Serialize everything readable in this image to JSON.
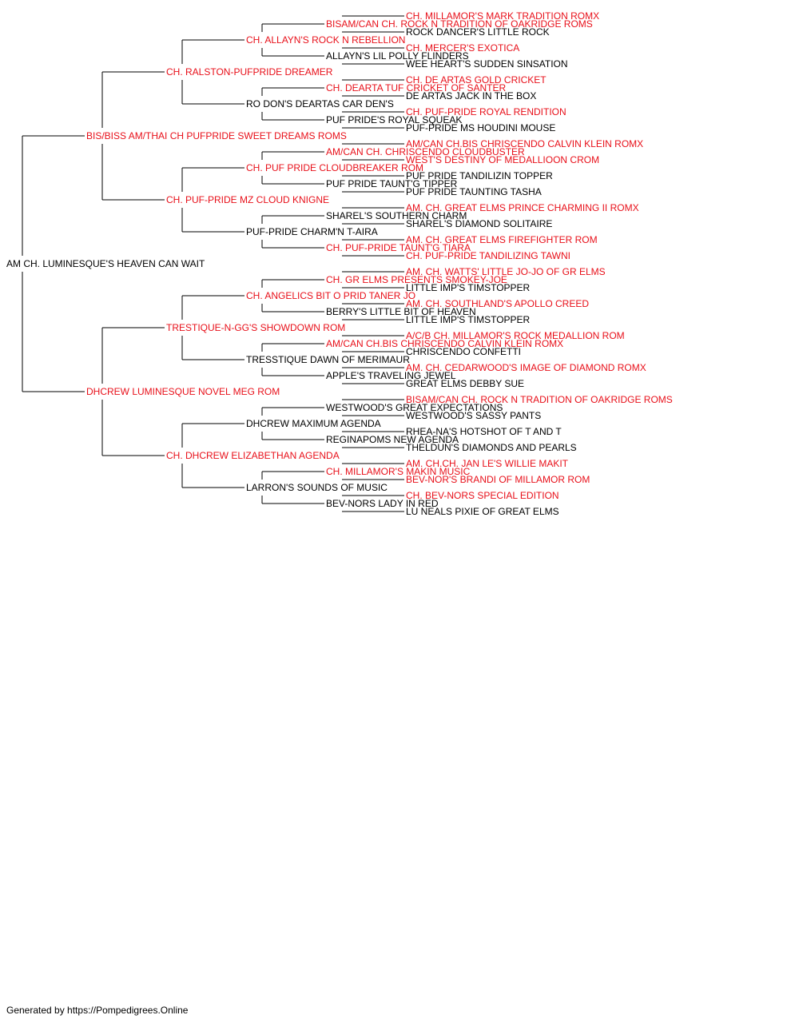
{
  "colors": {
    "titled": "#e8101a",
    "plain": "#000000",
    "lines": "#000000"
  },
  "pedigree": {
    "name": "AM CH. LUMINESQUE'S HEAVEN CAN WAIT",
    "titled": false,
    "sire": {
      "name": "BIS/BISS AM/THAI CH PUFPRIDE SWEET DREAMS ROMS",
      "titled": true,
      "sire": {
        "name": "CH. RALSTON-PUFPRIDE DREAMER",
        "titled": true,
        "sire": {
          "name": "CH. ALLAYN'S ROCK N REBELLION",
          "titled": true,
          "sire": {
            "name": "BISAM/CAN CH. ROCK N TRADITION OF OAKRIDGE ROMS",
            "titled": true,
            "sire": {
              "name": "CH. MILLAMOR'S MARK TRADITION ROMX",
              "titled": true
            },
            "dam": {
              "name": "ROCK DANCER'S LITTLE ROCK",
              "titled": false
            }
          },
          "dam": {
            "name": "ALLAYN'S LIL POLLY FLINDERS",
            "titled": false,
            "sire": {
              "name": "CH. MERCER'S EXOTICA",
              "titled": true
            },
            "dam": {
              "name": "WEE HEART'S SUDDEN SINSATION",
              "titled": false
            }
          }
        },
        "dam": {
          "name": "RO DON'S DEARTAS CAR DEN'S",
          "titled": false,
          "sire": {
            "name": "CH. DEARTA TUF CRICKET OF SANTER",
            "titled": true,
            "sire": {
              "name": "CH. DE ARTAS GOLD CRICKET",
              "titled": true
            },
            "dam": {
              "name": "DE ARTAS JACK IN THE BOX",
              "titled": false
            }
          },
          "dam": {
            "name": "PUF PRIDE'S ROYAL SQUEAK",
            "titled": false,
            "sire": {
              "name": "CH. PUF-PRIDE ROYAL RENDITION",
              "titled": true
            },
            "dam": {
              "name": "PUF-PRIDE MS HOUDINI MOUSE",
              "titled": false
            }
          }
        }
      },
      "dam": {
        "name": "CH. PUF-PRIDE MZ CLOUD KNIGNE",
        "titled": true,
        "sire": {
          "name": "CH. PUF PRIDE CLOUDBREAKER ROM",
          "titled": true,
          "sire": {
            "name": "AM/CAN CH. CHRISCENDO CLOUDBUSTER",
            "titled": true,
            "sire": {
              "name": "AM/CAN CH.BIS CHRISCENDO CALVIN KLEIN ROMX",
              "titled": true
            },
            "dam": {
              "name": "WEST'S DESTINY OF MEDALLIOON CROM",
              "titled": true
            }
          },
          "dam": {
            "name": "PUF PRIDE TAUNT'G TIPPER",
            "titled": false,
            "sire": {
              "name": "PUF PRIDE TANDILIZIN TOPPER",
              "titled": false
            },
            "dam": {
              "name": "PUF PRIDE TAUNTING TASHA",
              "titled": false
            }
          }
        },
        "dam": {
          "name": "PUF-PRIDE CHARM'N T-AIRA",
          "titled": false,
          "sire": {
            "name": "SHAREL'S SOUTHERN CHARM",
            "titled": false,
            "sire": {
              "name": "AM. CH. GREAT ELMS PRINCE CHARMING II ROMX",
              "titled": true
            },
            "dam": {
              "name": "SHAREL'S DIAMOND SOLITAIRE",
              "titled": false
            }
          },
          "dam": {
            "name": "CH. PUF-PRIDE TAUNT'G TIARA",
            "titled": true,
            "sire": {
              "name": "AM. CH. GREAT ELMS FIREFIGHTER ROM",
              "titled": true
            },
            "dam": {
              "name": "CH. PUF-PRIDE TANDILIZING TAWNI",
              "titled": true
            }
          }
        }
      }
    },
    "dam": {
      "name": "DHCREW LUMINESQUE NOVEL MEG ROM",
      "titled": true,
      "sire": {
        "name": "TRESTIQUE-N-GG'S SHOWDOWN ROM",
        "titled": true,
        "sire": {
          "name": "CH. ANGELICS BIT O PRID TANER JO",
          "titled": true,
          "sire": {
            "name": "CH. GR ELMS PRESENTS SMOKEY-JOE",
            "titled": true,
            "sire": {
              "name": "AM. CH. WATTS' LITTLE JO-JO OF GR ELMS",
              "titled": true
            },
            "dam": {
              "name": "LITTLE IMP'S TIMSTOPPER",
              "titled": false
            }
          },
          "dam": {
            "name": "BERRY'S LITTLE BIT OF HEAVEN",
            "titled": false,
            "sire": {
              "name": "AM. CH. SOUTHLAND'S APOLLO CREED",
              "titled": true
            },
            "dam": {
              "name": "LITTLE IMP'S TIMSTOPPER",
              "titled": false
            }
          }
        },
        "dam": {
          "name": "TRESSTIQUE DAWN OF MERIMAUR",
          "titled": false,
          "sire": {
            "name": "AM/CAN CH.BIS CHRISCENDO CALVIN KLEIN ROMX",
            "titled": true,
            "sire": {
              "name": "A/C/B CH. MILLAMOR'S ROCK MEDALLION ROM",
              "titled": true
            },
            "dam": {
              "name": "CHRISCENDO CONFETTI",
              "titled": false
            }
          },
          "dam": {
            "name": "APPLE'S TRAVELING JEWEL",
            "titled": false,
            "sire": {
              "name": "AM. CH. CEDARWOOD'S IMAGE OF DIAMOND ROMX",
              "titled": true
            },
            "dam": {
              "name": "GREAT ELMS DEBBY SUE",
              "titled": false
            }
          }
        }
      },
      "dam": {
        "name": "CH. DHCREW ELIZABETHAN AGENDA",
        "titled": true,
        "sire": {
          "name": "DHCREW MAXIMUM AGENDA",
          "titled": false,
          "sire": {
            "name": "WESTWOOD'S GREAT EXPECTATIONS",
            "titled": false,
            "sire": {
              "name": "BISAM/CAN CH. ROCK N TRADITION OF OAKRIDGE ROMS",
              "titled": true
            },
            "dam": {
              "name": "WESTWOOD'S SASSY PANTS",
              "titled": false
            }
          },
          "dam": {
            "name": "REGINAPOMS NEW AGENDA",
            "titled": false,
            "sire": {
              "name": "RHEA-NA'S HOTSHOT OF T AND T",
              "titled": false
            },
            "dam": {
              "name": "THELDUN'S DIAMONDS AND PEARLS",
              "titled": false
            }
          }
        },
        "dam": {
          "name": "LARRON'S SOUNDS OF MUSIC",
          "titled": false,
          "sire": {
            "name": "CH. MILLAMOR'S MAKIN MUSIC",
            "titled": true,
            "sire": {
              "name": "AM. CH.CH. JAN LE'S WILLIE MAKIT",
              "titled": true
            },
            "dam": {
              "name": "BEV-NOR'S BRANDI OF MILLAMOR ROM",
              "titled": true
            }
          },
          "dam": {
            "name": "BEV-NORS LADY IN RED",
            "titled": false,
            "sire": {
              "name": "CH. BEV-NORS SPECIAL EDITION",
              "titled": true
            },
            "dam": {
              "name": "LU NEALS PIXIE OF GREAT ELMS",
              "titled": false
            }
          }
        }
      }
    }
  },
  "footer": {
    "text": "Generated by https://Pompedigrees.Online"
  }
}
